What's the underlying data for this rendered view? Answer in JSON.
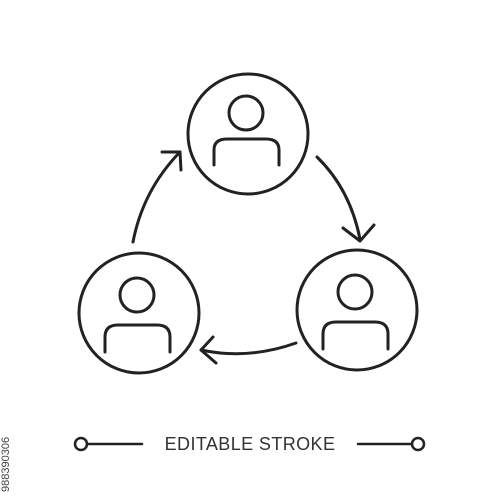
{
  "icon": {
    "subject": "team-cycle",
    "users": [
      {
        "name": "user-top"
      },
      {
        "name": "user-bottom-right"
      },
      {
        "name": "user-bottom-left"
      }
    ],
    "arrow_direction": "clockwise"
  },
  "caption": {
    "label": "EDITABLE STROKE"
  },
  "stock_id": {
    "text": "988390306"
  },
  "colors": {
    "stroke": "#222222",
    "background": "#ffffff",
    "caption": "#333333"
  }
}
